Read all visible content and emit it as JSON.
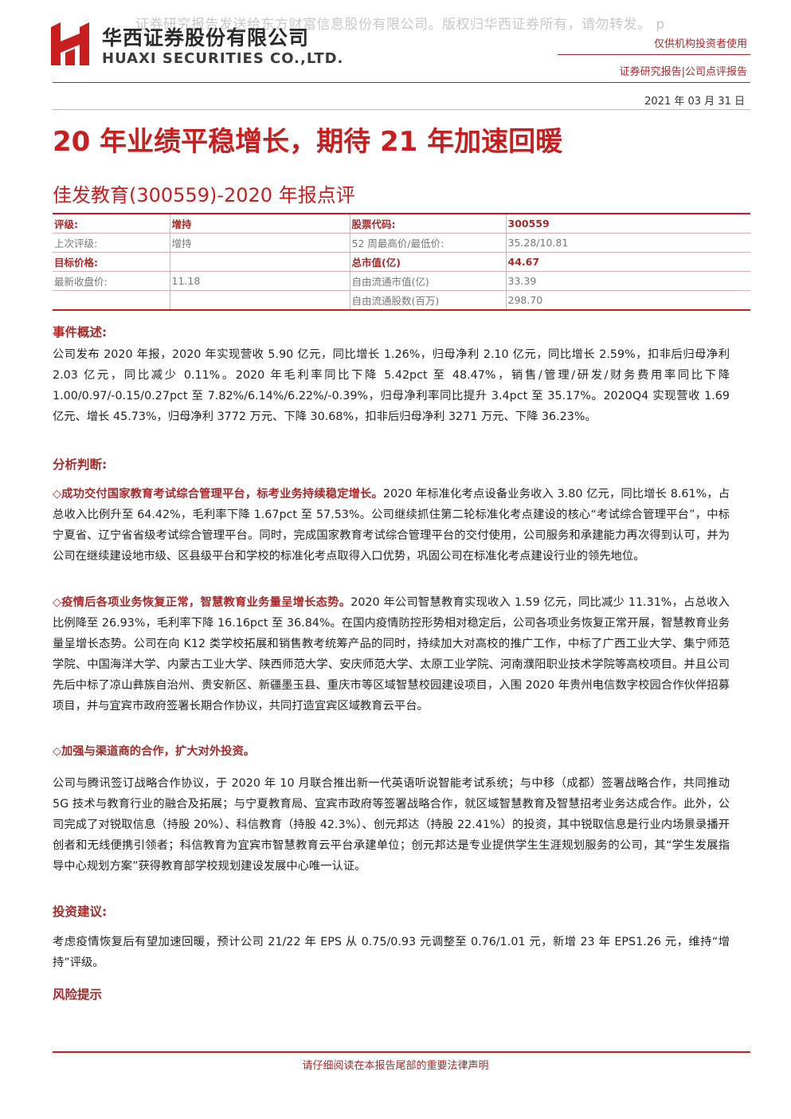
{
  "watermark": "证券研究报告发送给东方财富信息股份有限公司。版权归华西证券所有，请勿转发。 p",
  "brand": {
    "name_cn": "华西证券股份有限公司",
    "name_en": "HUAXI SECURITIES CO.,LTD.",
    "color": "#c81e1e"
  },
  "header": {
    "audience": "仅供机构投资者使用",
    "category": "证券研究报告|公司点评报告",
    "date": "2021 年 03 月 31 日"
  },
  "title": "20 年业绩平稳增长，期待 21 年加速回暖",
  "subtitle": "佳发教育(300559)-2020 年报点评",
  "info_table": {
    "rows": [
      {
        "k1": "评级:",
        "v1": "增持",
        "k2": "股票代码:",
        "v2": "300559"
      },
      {
        "k1": "上次评级:",
        "v1": "增持",
        "k2": "52 周最高价/最低价:",
        "v2": "35.28/10.81"
      },
      {
        "k1": "目标价格:",
        "v1": "",
        "k2": "总市值(亿)",
        "v2": "44.67"
      },
      {
        "k1": "最新收盘价:",
        "v1": "11.18",
        "k2": "自由流通市值(亿)",
        "v2": "33.39"
      },
      {
        "k1": "",
        "v1": "",
        "k2": "自由流通股数(百万)",
        "v2": "298.70"
      }
    ]
  },
  "sections": {
    "event_title": "事件概述:",
    "event_text": "公司发布 2020 年报，2020 年实现营收 5.90 亿元，同比增长 1.26%，归母净利 2.10 亿元，同比增长 2.59%，扣非后归母净利 2.03 亿元，同比减少 0.11%。2020 年毛利率同比下降 5.42pct 至 48.47%，销售/管理/研发/财务费用率同比下降 1.00/0.97/-0.15/0.27pct 至 7.82%/6.14%/6.22%/-0.39%，归母净利率同比提升 3.4pct 至 35.17%。2020Q4 实现营收 1.69 亿元、增长 45.73%，归母净利 3772 万元、下降 30.68%，扣非后归母净利 3271 万元、下降 36.23%。",
    "analysis_title": "分析判断:",
    "p1_head": "◇成功交付国家教育考试综合管理平台，标考业务持续稳定增长。",
    "p1_text": "2020 年标准化考点设备业务收入 3.80 亿元，同比增长 8.61%，占总收入比例升至 64.42%，毛利率下降 1.67pct 至 57.53%。公司继续抓住第二轮标准化考点建设的核心“考试综合管理平台”，中标宁夏省、辽宁省省级考试综合管理平台。同时，完成国家教育考试综合管理平台的交付使用，公司服务和承建能力再次得到认可，并为公司在继续建设地市级、区县级平台和学校的标准化考点取得入口优势，巩固公司在标准化考点建设行业的领先地位。",
    "p2_head": "◇疫情后各项业务恢复正常，智慧教育业务量呈增长态势。",
    "p2_text": "2020 年公司智慧教育实现收入 1.59 亿元，同比减少 11.31%，占总收入比例降至 26.93%，毛利率下降 16.16pct 至 36.84%。在国内疫情防控形势相对稳定后，公司各项业务恢复正常开展，智慧教育业务量呈增长态势。公司在向 K12 类学校拓展和销售教考统筹产品的同时，持续加大对高校的推广工作，中标了广西工业大学、集宁师范学院、中国海洋大学、内蒙古工业大学、陕西师范大学、安庆师范大学、太原工业学院、河南濮阳职业技术学院等高校项目。并且公司先后中标了凉山彝族自治州、贵安新区、新疆墨玉县、重庆市等区域智慧校园建设项目，入围 2020 年贵州电信数字校园合作伙伴招募项目，并与宜宾市政府签署长期合作协议，共同打造宜宾区域教育云平台。",
    "p3_head": "◇加强与渠道商的合作，扩大对外投资。",
    "p3_text": "公司与腾讯签订战略合作协议，于 2020 年 10 月联合推出新一代英语听说智能考试系统；与中移（成都）签署战略合作，共同推动 5G 技术与教育行业的融合及拓展；与宁夏教育局、宜宾市政府等签署战略合作，就区域智慧教育及智慧招考业务达成合作。此外，公司完成了对锐取信息（持股 20%）、科信教育（持股 42.3%）、创元邦达（持股 22.41%）的投资，其中锐取信息是行业内场景录播开创者和无线便携引领者；科信教育为宜宾市智慧教育云平台承建单位；创元邦达是专业提供学生生涯规划服务的公司，其“学生发展指导中心规划方案”获得教育部学校规划建设发展中心唯一认证。",
    "invest_title": "投资建议:",
    "invest_text": "考虑疫情恢复后有望加速回暖，预计公司 21/22 年 EPS 从 0.75/0.93 元调整至 0.76/1.01 元，新增 23 年 EPS1.26 元，维持“增持”评级。",
    "risk_title": "风险提示"
  },
  "footer": "请仔细阅读在本报告尾部的重要法律声明"
}
